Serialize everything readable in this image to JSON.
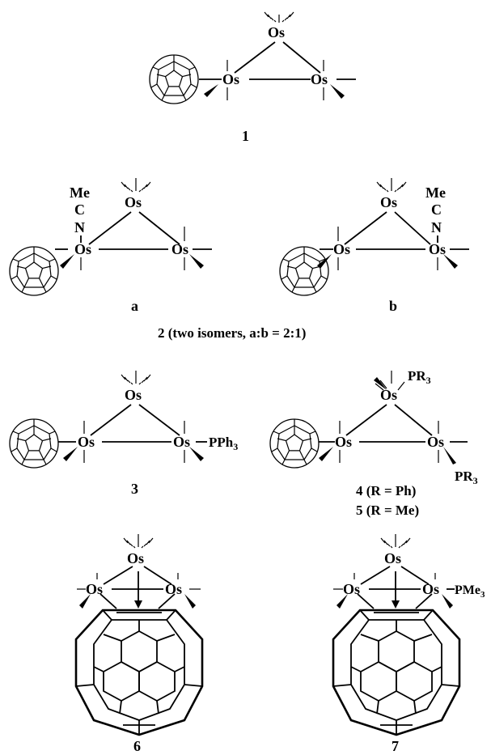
{
  "atoms": {
    "os": "Os",
    "me": "Me",
    "c": "C",
    "n": "N"
  },
  "ligands": {
    "pph3_prefix": "PPh",
    "pph3_sub": "3",
    "pr3_prefix": "PR",
    "pr3_sub": "3",
    "pme3_prefix": "PMe",
    "pme3_sub": "3"
  },
  "compound_labels": {
    "c1": "1",
    "c2a": "a",
    "c2b": "b",
    "c2_caption": "2 (two isomers, a:b = 2:1)",
    "c3": "3",
    "c4": "4 (R = Ph)",
    "c5": "5 (R = Me)",
    "c6": "6",
    "c7": "7"
  }
}
